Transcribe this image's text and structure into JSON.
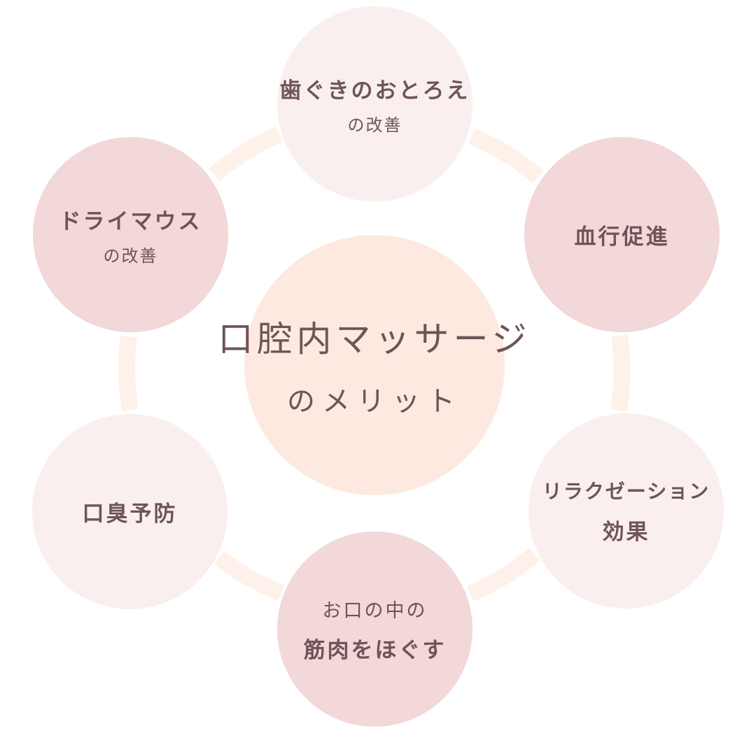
{
  "colors": {
    "center_fill": "#fde9df",
    "light_node_fill": "#f9efee",
    "mid_node_fill": "#f2d8d8",
    "connector": "#fdf1e9",
    "text": "#6e5458"
  },
  "center": {
    "title": "口腔内マッサージ",
    "subtitle": "のメリット"
  },
  "nodes": {
    "top": {
      "title": "歯ぐきのおとろえ",
      "sub": "の改善"
    },
    "upper_right": {
      "title": "血行促進"
    },
    "lower_right": {
      "title": "リラクゼーション",
      "title2": "効果"
    },
    "bottom": {
      "pre": "お口の中の",
      "title": "筋肉をほぐす"
    },
    "lower_left": {
      "title": "口臭予防"
    },
    "upper_left": {
      "title": "ドライマウス",
      "sub": "の改善"
    }
  }
}
